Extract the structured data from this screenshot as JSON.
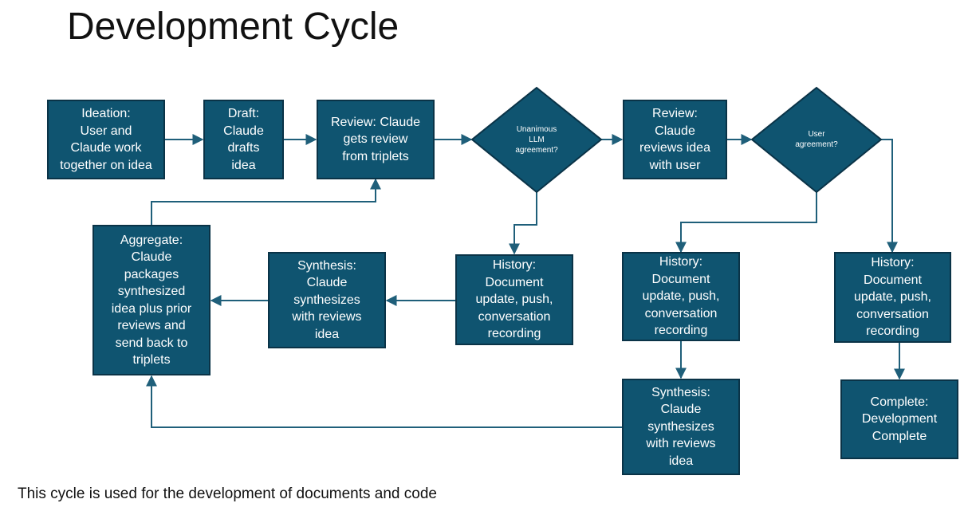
{
  "title": "Development Cycle",
  "footer": "This cycle is used for the development of documents and code",
  "nodes": {
    "ideation": "Ideation:\nUser and\nClaude work\ntogether on idea",
    "draft": "Draft:\nClaude\ndrafts\nidea",
    "review_triplets": "Review: Claude\ngets review\nfrom triplets",
    "llm_agreement": "Unanimous\nLLM\nagreement?",
    "review_user": "Review:\nClaude\nreviews idea\nwith user",
    "user_agreement": "User\nagreement?",
    "aggregate": "Aggregate:\nClaude\npackages\nsynthesized\nidea plus prior\nreviews and\nsend back to\ntriplets",
    "synthesis_1": "Synthesis:\nClaude\nsynthesizes\nwith reviews\nidea",
    "history_1": "History:\nDocument\nupdate, push,\nconversation\nrecording",
    "history_2": "History:\nDocument\nupdate, push,\nconversation\nrecording",
    "history_3": "History:\nDocument\nupdate, push,\nconversation\nrecording",
    "synthesis_2": "Synthesis:\nClaude\nsynthesizes\nwith reviews\nidea",
    "complete": "Complete:\nDevelopment\nComplete"
  },
  "colors": {
    "box_fill": "#0f5470",
    "box_border": "#0a3347",
    "connector": "#1f5f7a"
  }
}
